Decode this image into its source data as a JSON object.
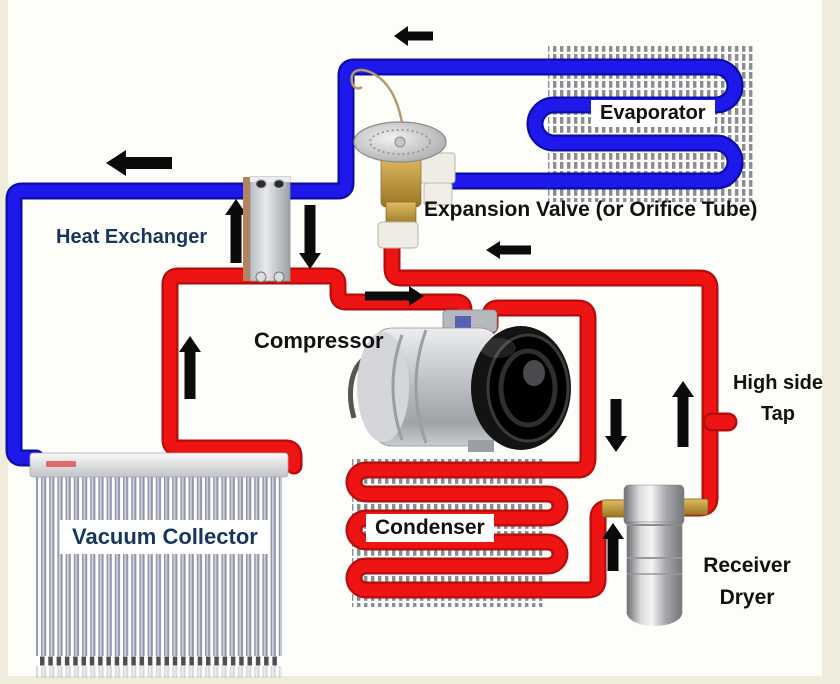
{
  "labels": {
    "evaporator": "Evaporator",
    "expansion_valve": "Expansion Valve (or Orifice Tube)",
    "heat_exchanger": "Heat Exchanger",
    "compressor": "Compressor",
    "condenser": "Condenser",
    "high_side_tap": {
      "line1": "High side",
      "line2": "Tap"
    },
    "receiver_dryer": {
      "line1": "Receiver",
      "line2": "Dryer"
    },
    "vacuum_collector": "Vacuum Collector"
  },
  "colors": {
    "hot_pipe": "#ee1414",
    "hot_pipe_outline": "#b50d0d",
    "cold_pipe": "#1f18ea",
    "cold_pipe_outline": "#0c0ca8",
    "arrow": "#0b0b0b",
    "dark_label": "#17365d",
    "black_label": "#111111",
    "page_background": "#efecdc",
    "canvas": "#fdfdfa"
  },
  "icons": [
    {
      "name": "flow-arrow-left-top-icon",
      "direction": "left"
    },
    {
      "name": "flow-arrow-left-heat-exchanger-icon",
      "direction": "left"
    },
    {
      "name": "flow-arrow-up-heat-exchanger-icon",
      "direction": "up"
    },
    {
      "name": "flow-arrow-down-heat-exchanger-icon",
      "direction": "down"
    },
    {
      "name": "flow-arrow-left-expansion-line-icon",
      "direction": "left"
    },
    {
      "name": "flow-arrow-right-compressor-icon",
      "direction": "right"
    },
    {
      "name": "flow-arrow-up-collector-line-icon",
      "direction": "up"
    },
    {
      "name": "flow-arrow-down-condenser-line-icon",
      "direction": "down"
    },
    {
      "name": "flow-arrow-up-high-side-icon",
      "direction": "up"
    },
    {
      "name": "flow-arrow-up-dryer-inlet-icon",
      "direction": "up"
    }
  ]
}
